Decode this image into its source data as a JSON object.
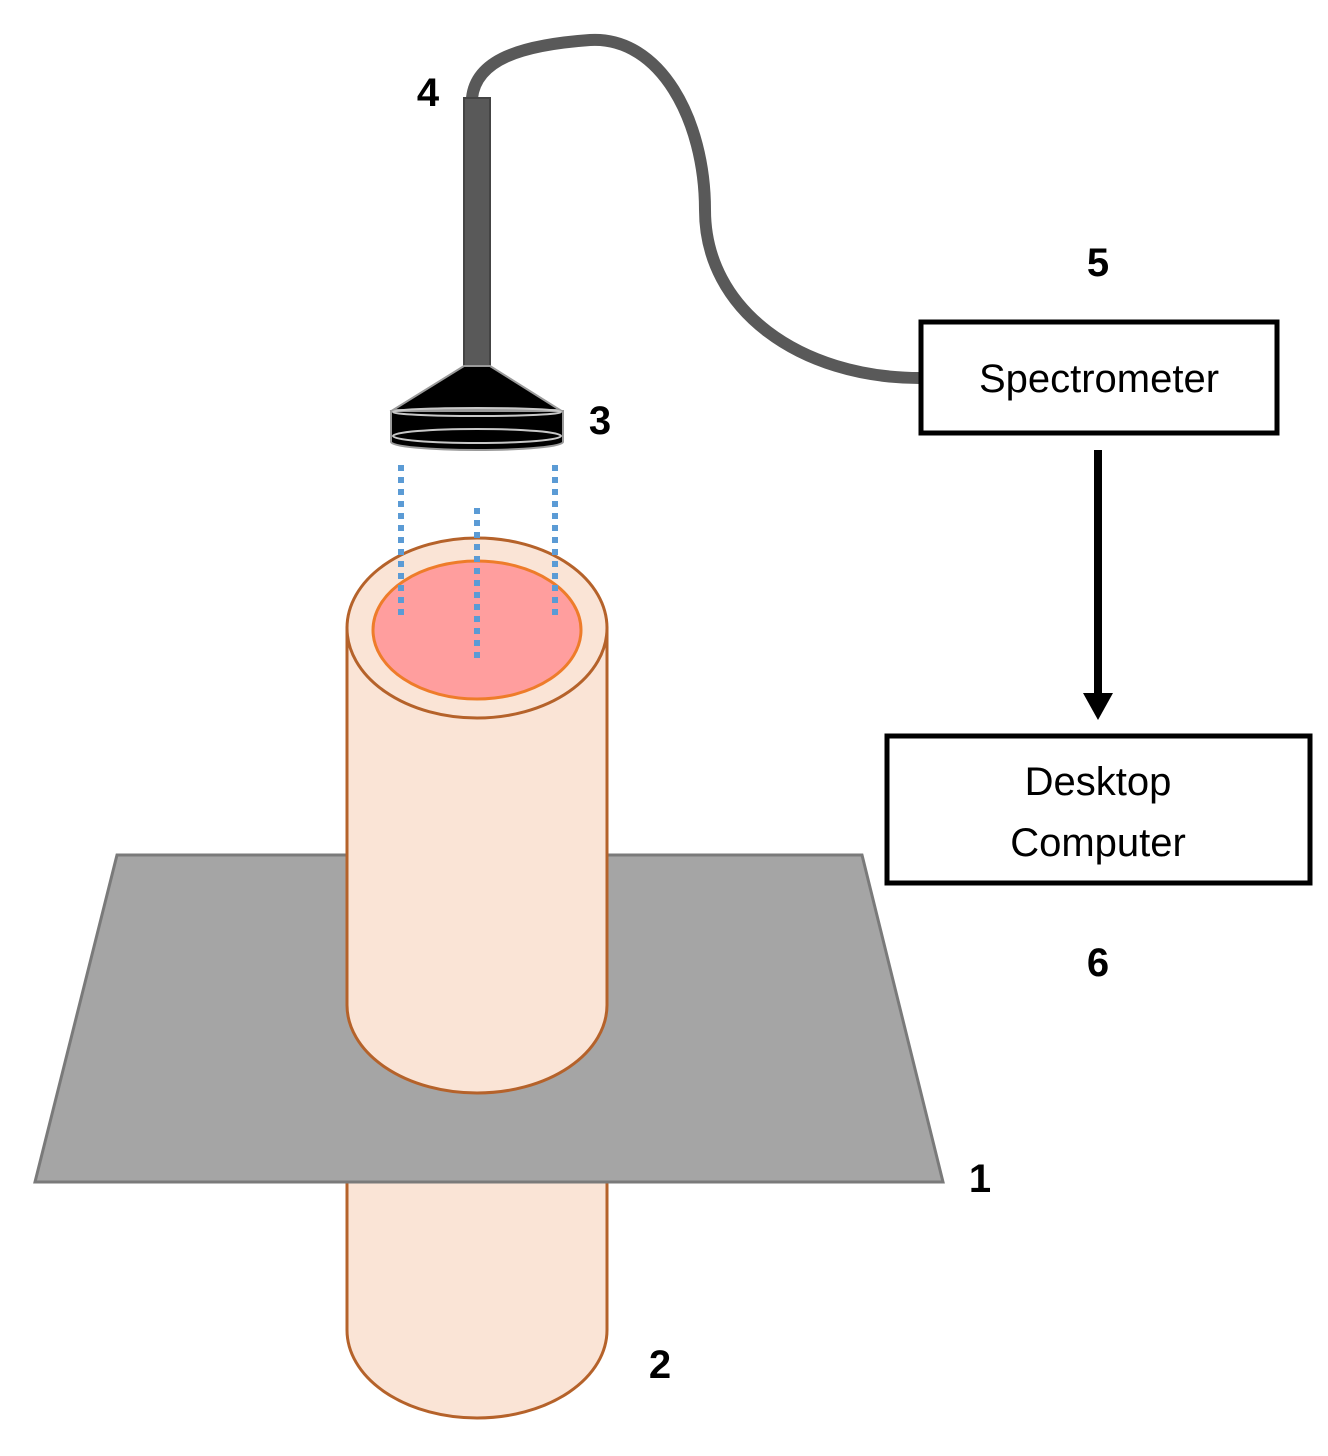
{
  "labels": {
    "n1": "1",
    "n2": "2",
    "n3": "3",
    "n4": "4",
    "n5": "5",
    "n6": "6"
  },
  "boxes": {
    "spectrometer": "Spectrometer",
    "computer_line1": "Desktop",
    "computer_line2": "Computer"
  },
  "colors": {
    "plate_fill": "#a5a5a5",
    "plate_stroke": "#7a7a7a",
    "cylinder_fill": "#fae4d6",
    "cylinder_stroke": "#b5622a",
    "tissue_fill": "#ff9e9e",
    "tissue_stroke": "#ee7c2a",
    "probe_fill": "#000000",
    "cable": "#595959",
    "beam": "#5b9bd5",
    "box_stroke": "#000000"
  }
}
